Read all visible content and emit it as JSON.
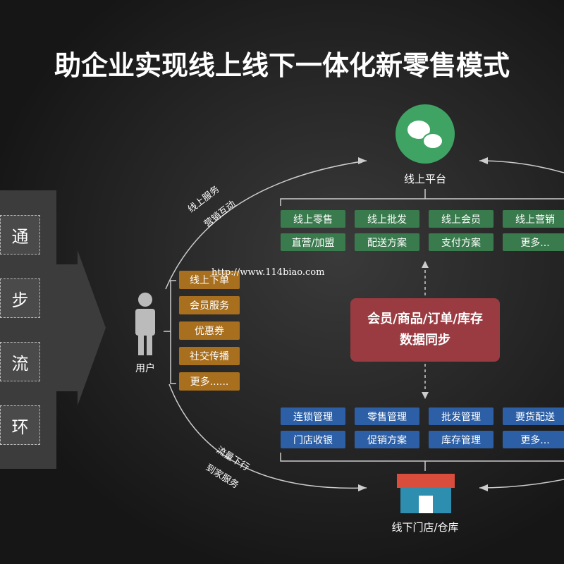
{
  "title": "助企业实现线上线下一体化新零售模式",
  "left": [
    "通",
    "步",
    "流",
    "环"
  ],
  "user": {
    "label": "用户",
    "services": [
      "线上下单",
      "会员服务",
      "优惠券",
      "社交传播",
      "更多......"
    ]
  },
  "online": {
    "label": "线上平台",
    "row1": [
      "线上零售",
      "线上批发",
      "线上会员",
      "线上营销"
    ],
    "row2": [
      "直营/加盟",
      "配送方案",
      "支付方案",
      "更多..."
    ]
  },
  "offline": {
    "label": "线下门店/仓库",
    "row1": [
      "连锁管理",
      "零售管理",
      "批发管理",
      "要货配送"
    ],
    "row2": [
      "门店收银",
      "促销方案",
      "库存管理",
      "更多..."
    ]
  },
  "center": {
    "line1": "会员/商品/订单/库存",
    "line2": "数据同步"
  },
  "arrows": {
    "top1": "线上服务",
    "top2": "营销互动",
    "bot1": "流量下行",
    "bot2": "到家服务"
  },
  "watermark": "http://www.114biao.com"
}
